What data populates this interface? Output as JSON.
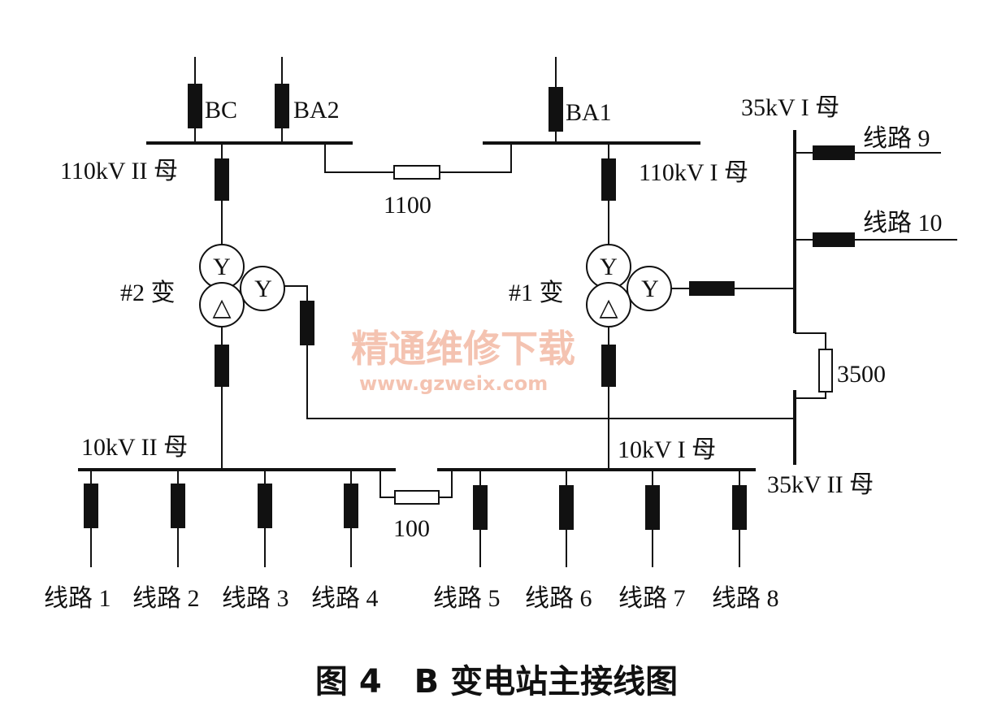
{
  "labels": {
    "bc": "BC",
    "ba2": "BA2",
    "ba1": "BA1",
    "bus_110_2": "110kV II 母",
    "bus_110_1": "110kV I 母",
    "bus_35_1": "35kV I 母",
    "bus_35_2": "35kV II 母",
    "bus_10_2": "10kV II 母",
    "bus_10_1": "10kV I 母",
    "tie_1100": "1100",
    "tie_100": "100",
    "tie_3500": "3500",
    "transformer_2": "#2 变",
    "transformer_1": "#1 变",
    "line_9": "线路 9",
    "line_10": "线路 10",
    "line_1": "线路 1",
    "line_2": "线路 2",
    "line_3": "线路 3",
    "line_4": "线路 4",
    "line_5": "线路 5",
    "line_6": "线路 6",
    "line_7": "线路 7",
    "line_8": "线路 8"
  },
  "caption": "图 4　B 变电站主接线图",
  "watermark": {
    "title": "精通维修下载",
    "url": "www.gzweix.com"
  },
  "winding_symbols": {
    "wye": "Y",
    "delta": "△"
  },
  "colors": {
    "line": "#111111",
    "watermark": "#f3b9a4",
    "background": "#ffffff"
  }
}
